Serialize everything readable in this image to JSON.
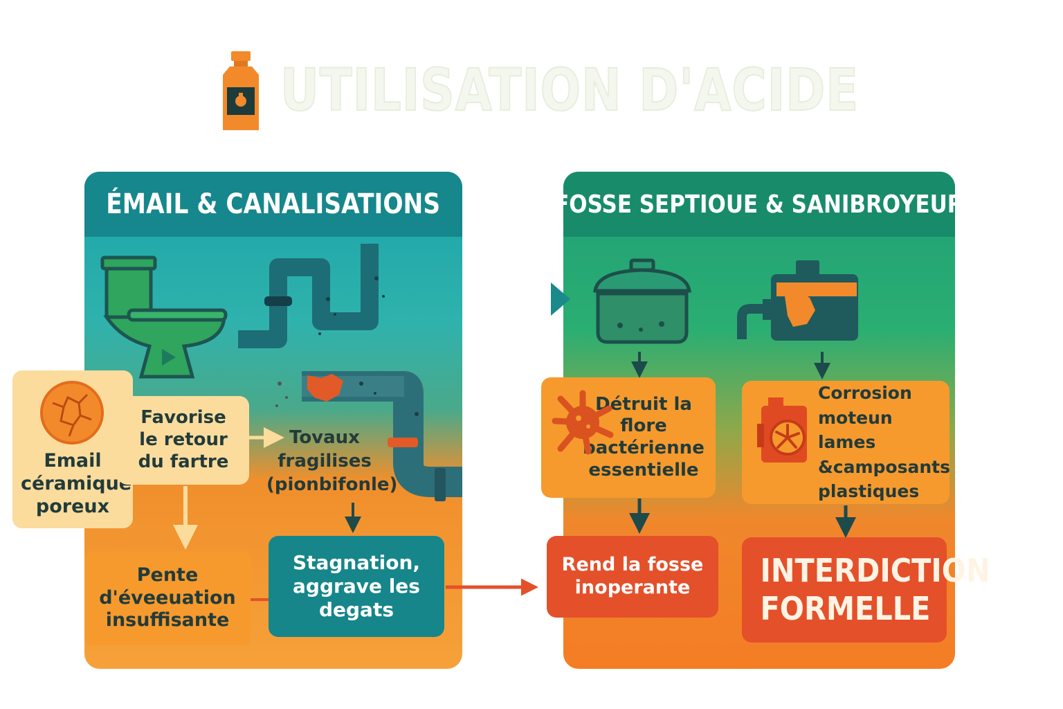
{
  "title": "UTILISATION D'ACIDE",
  "left_panel": {
    "header": "ÉMAIL & CANALISATIONS",
    "nodes": {
      "email": "Email céramique poreux",
      "favorise": "Favorise le retour du fartre",
      "tuyaux": "Tovaux fragilises (pionbifonle)",
      "pente": "Pente d'éveeuation insuffisante",
      "stagnation": "Stagnation, aggrave les degats"
    }
  },
  "right_panel": {
    "header": "FOSSE SEPTIOUE & SANIBROYEUR",
    "nodes": {
      "flore": "Détruit la flore bactérienne essentielle",
      "corrosion": "Corrosion moteun lames &camposants plastiques",
      "fosse": "Rend la fosse inoperante",
      "interdiction": "INTERDICTION FORMELLE"
    }
  },
  "icons": [
    "acid-bottle-icon",
    "toilet-icon",
    "pipe-icon",
    "corroded-pipe-icon",
    "cracked-enamel-icon",
    "septic-tank-icon",
    "sanibroyeur-icon",
    "bacteria-icon",
    "motor-corrosion-icon"
  ],
  "colors": {
    "teal": "#16878c",
    "green": "#188b6a",
    "orange": "#f69a2e",
    "red": "#e4502a",
    "pale": "#fbdc9d"
  }
}
